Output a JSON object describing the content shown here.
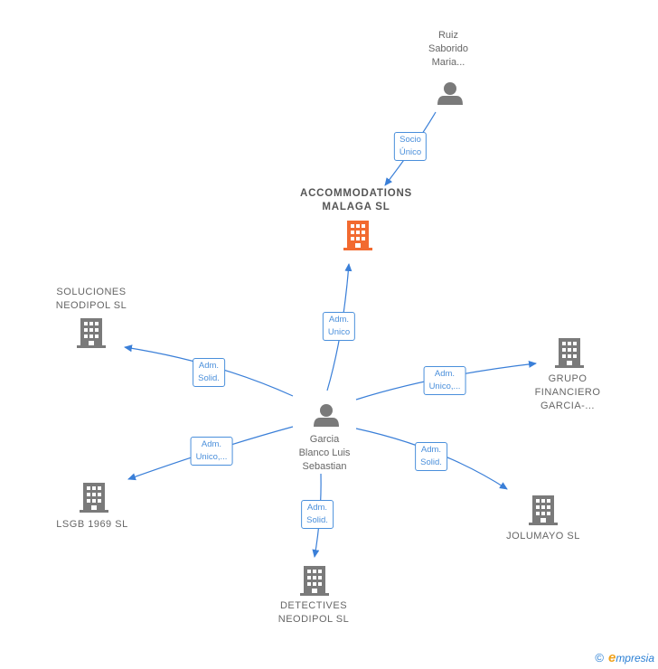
{
  "colors": {
    "edge": "#3a7fd8",
    "person_icon": "#7a7a7a",
    "company_icon": "#7a7a7a",
    "main_company_icon": "#f26a30"
  },
  "nodes": {
    "ruiz": {
      "label": "Ruiz\nSaborido\nMaria...",
      "icon": "person-icon"
    },
    "accommodations": {
      "label": "ACCOMMODATIONS\nMALAGA SL",
      "icon": "building-icon"
    },
    "garcia": {
      "label": "Garcia\nBlanco Luis\nSebastian",
      "icon": "person-icon"
    },
    "soluciones": {
      "label": "SOLUCIONES\nNEODIPOL SL",
      "icon": "building-icon"
    },
    "grupo": {
      "label": "GRUPO\nFINANCIERO\nGARCIA-...",
      "icon": "building-icon"
    },
    "lsgb": {
      "label": "LSGB 1969 SL",
      "icon": "building-icon"
    },
    "jolumayo": {
      "label": "JOLUMAYO SL",
      "icon": "building-icon"
    },
    "detectives": {
      "label": "DETECTIVES\nNEODIPOL SL",
      "icon": "building-icon"
    }
  },
  "edges": {
    "socio_unico": "Socio\nÚnico",
    "adm_unico_accommodations": "Adm.\nUnico",
    "adm_solid_soluciones": "Adm.\nSolid.",
    "adm_unico_grupo": "Adm.\nUnico,...",
    "adm_unico_lsgb": "Adm.\nUnico,...",
    "adm_solid_jolumayo": "Adm.\nSolid.",
    "adm_solid_detectives": "Adm.\nSolid."
  },
  "footer": {
    "copyright": "©",
    "brand_initial": "e",
    "brand_rest": "mpresia"
  }
}
